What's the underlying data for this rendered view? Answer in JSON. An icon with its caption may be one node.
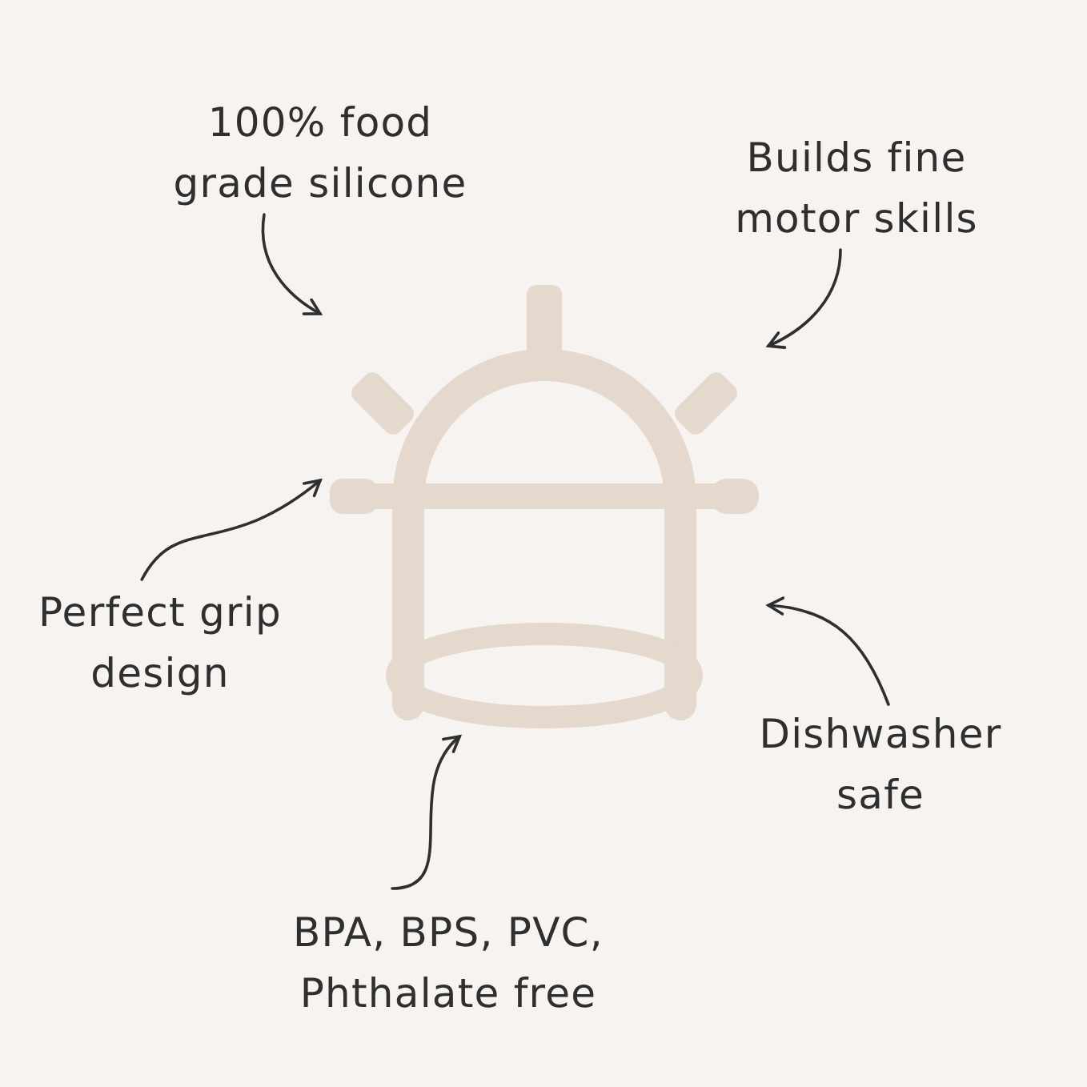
{
  "diagram": {
    "nodes": [
      {
        "text": [
          "100% food grade silicone"
        ]
      },
      {
        "text": [
          "Builds fine motor skills"
        ]
      },
      {
        "text": [
          "Perfect grip design"
        ]
      },
      {
        "text": [
          "Dishwasher safe"
        ]
      },
      {
        "text": [
          "BPA, BPS, PVC, Phthalate free"
        ]
      },
      {
        "text": [],
        "shape": "picture"
      }
    ],
    "edges": [
      {
        "from": 0,
        "to": 5,
        "arrow": "to"
      },
      {
        "from": 1,
        "to": 5,
        "arrow": "to"
      },
      {
        "from": 2,
        "to": 5,
        "arrow": "to"
      },
      {
        "from": 3,
        "to": 5,
        "arrow": "to"
      },
      {
        "from": 4,
        "to": 5,
        "arrow": "to"
      }
    ]
  }
}
